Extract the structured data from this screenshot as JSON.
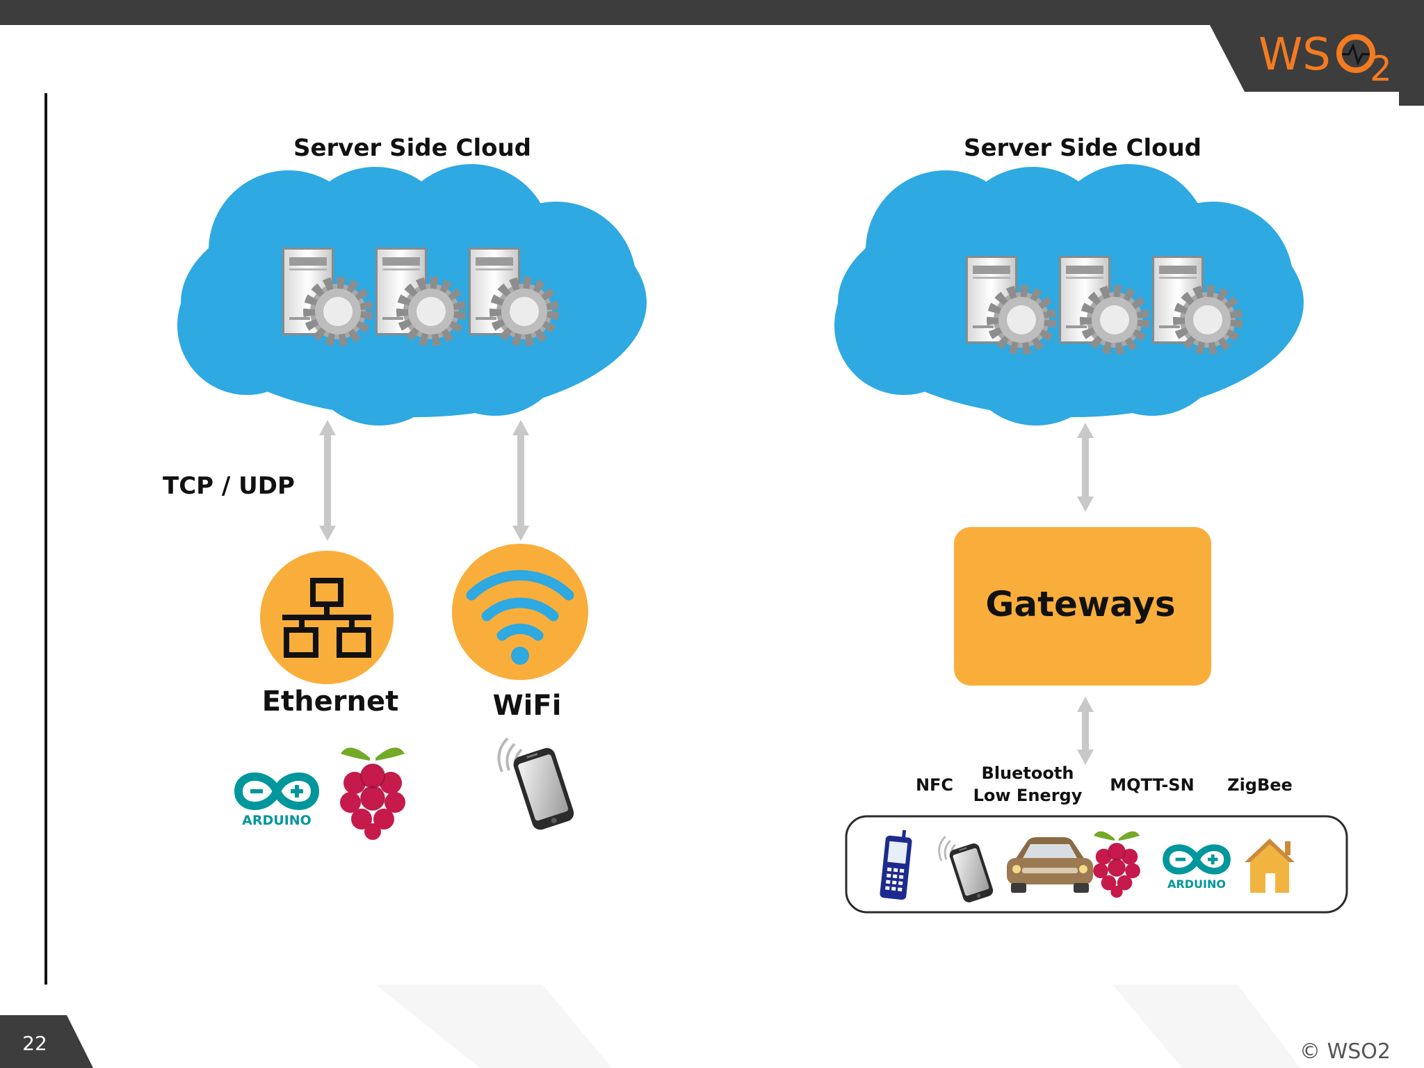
{
  "slide": {
    "number": "22",
    "copyright": "© WSO2",
    "logo": {
      "prefix": "WS",
      "suffix": "2"
    }
  },
  "left_panel": {
    "cloud_title": "Server Side Cloud",
    "protocol_label": "TCP / UDP",
    "ethernet_label": "Ethernet",
    "wifi_label": "WiFi",
    "arduino_text": "ARDUINO"
  },
  "right_panel": {
    "cloud_title": "Server Side Cloud",
    "gateway_label": "Gateways",
    "protocols": {
      "nfc": "NFC",
      "ble_line1": "Bluetooth",
      "ble_line2": "Low Energy",
      "mqtt": "MQTT-SN",
      "zigbee": "ZigBee"
    },
    "arduino_text": "ARDUINO"
  },
  "colors": {
    "cloud": "#2EA9E1",
    "orange": "#F9AE3B",
    "top_bar": "#3D3D3D",
    "arrow": "#C8C8C8",
    "wso2_orange": "#F47B20",
    "arduino": "#00979C",
    "raspberry": "#C51A4A",
    "leaf": "#75A928"
  }
}
